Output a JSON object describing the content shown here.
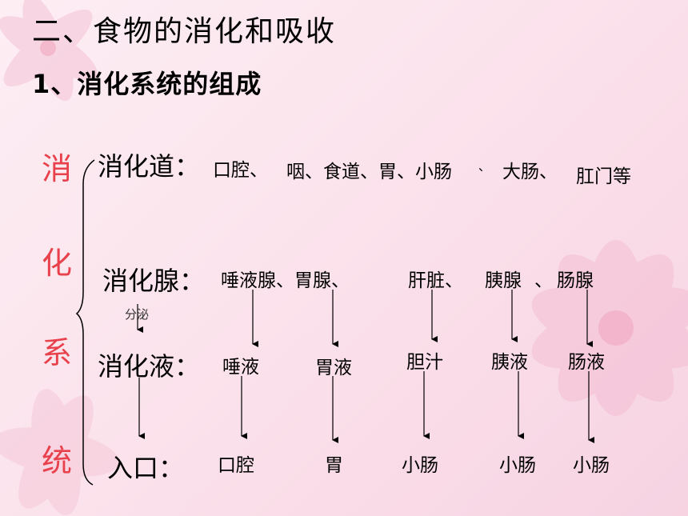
{
  "title": "二、食物的消化和吸收",
  "subtitle": "1、消化系统的组成",
  "system_chars": [
    "消",
    "化",
    "系",
    "统"
  ],
  "rows": {
    "tract": {
      "label": "消化道：",
      "items": [
        "口腔、",
        "咽、食道、胃、小肠",
        "、",
        "大肠、",
        "肛门等"
      ]
    },
    "glands": {
      "label": "消化腺：",
      "items": [
        "唾液腺、胃腺、",
        "肝脏、",
        "胰腺",
        "、",
        "肠腺"
      ]
    },
    "secretes": "分泌",
    "juices": {
      "label": "消化液：",
      "items": [
        "唾液",
        "胃液",
        "胆汁",
        "胰液",
        "肠液"
      ]
    },
    "entry": {
      "label": "入口：",
      "items": [
        "口腔",
        "胃",
        "小肠",
        "小肠",
        "小肠"
      ]
    }
  },
  "colors": {
    "accent_red": "#e8414b",
    "background": "#fbe3ec",
    "petal": "#f3b9cf"
  }
}
